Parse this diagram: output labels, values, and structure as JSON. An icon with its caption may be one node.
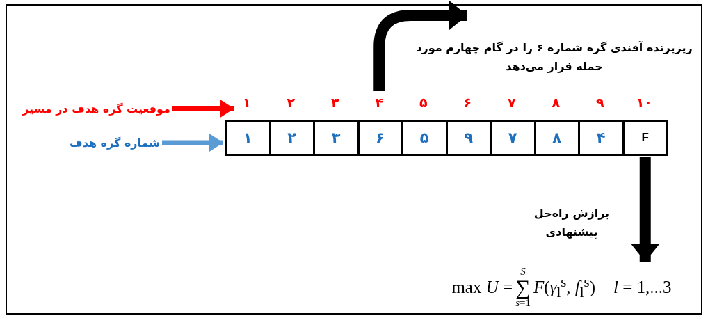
{
  "diagram": {
    "nodes": [
      {
        "text": [
          "موقعیت گره هدف در مسیر"
        ]
      },
      {
        "text": [
          "۱"
        ]
      },
      {
        "text": [
          "۲"
        ]
      },
      {
        "text": [
          "۳"
        ]
      },
      {
        "text": [
          "۴"
        ]
      },
      {
        "text": [
          "۵"
        ]
      },
      {
        "text": [
          "۶"
        ]
      },
      {
        "text": [
          "۷"
        ]
      },
      {
        "text": [
          "۸"
        ]
      },
      {
        "text": [
          "۹"
        ]
      },
      {
        "text": [
          "۱۰"
        ]
      },
      {
        "text": [
          "شماره گره هدف"
        ]
      },
      {
        "text": [
          "۱"
        ]
      },
      {
        "text": [
          "۲"
        ]
      },
      {
        "text": [
          "۳"
        ]
      },
      {
        "text": [
          "۶"
        ]
      },
      {
        "text": [
          "۵"
        ]
      },
      {
        "text": [
          "۹"
        ]
      },
      {
        "text": [
          "۷"
        ]
      },
      {
        "text": [
          "۸"
        ]
      },
      {
        "text": [
          "۴"
        ]
      },
      {
        "text": [
          "F"
        ]
      },
      {
        "text": [
          "max *U* =",
          "*S*",
          "∑",
          "*s*=1",
          "*F*(*γ*$_{l}$$^{s}$, *f*$_{l}$$^{s}$)",
          "*l* = 1,...3"
        ]
      }
    ],
    "edges": [
      {
        "from": 0,
        "to": 1,
        "arrow": "to",
        "color": "#ff0000"
      },
      {
        "from": 11,
        "to": 12,
        "arrow": "to",
        "color": "#5b9bd5"
      },
      {
        "from": 4,
        "to": null,
        "arrow": "to",
        "style": "thick",
        "color": "#000000"
      },
      {
        "from": 21,
        "to": 22,
        "arrow": "to",
        "style": "thick",
        "color": "#000000"
      }
    ],
    "labels": [
      "ریزپرنده آفندی گره شماره ۶ را در گام چهارم مورد حمله قرار می‌دهد",
      "برازش راه‌حل پیشنهادی"
    ]
  }
}
